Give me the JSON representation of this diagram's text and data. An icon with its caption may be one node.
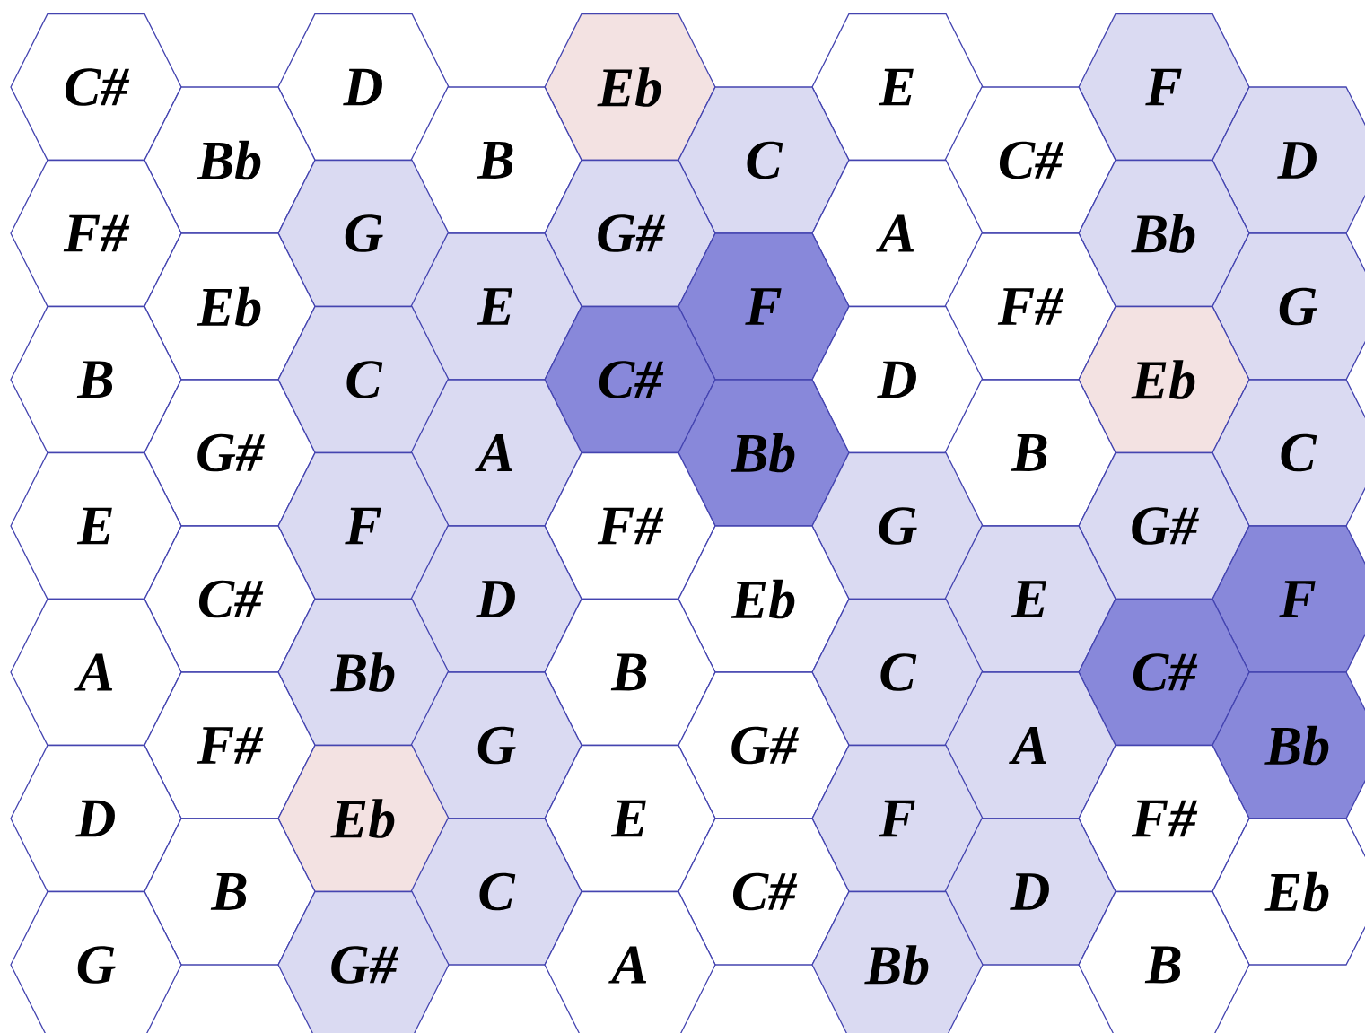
{
  "diagram": {
    "nodes": [
      {
        "text": [
          "C#"
        ]
      },
      {
        "text": [
          "D"
        ]
      },
      {
        "text": [
          "Eb"
        ]
      },
      {
        "text": [
          "E"
        ]
      },
      {
        "text": [
          "F"
        ]
      },
      {
        "text": [
          "Bb"
        ]
      },
      {
        "text": [
          "B"
        ]
      },
      {
        "text": [
          "C"
        ]
      },
      {
        "text": [
          "C#"
        ]
      },
      {
        "text": [
          "D"
        ]
      },
      {
        "text": [
          "F#"
        ]
      },
      {
        "text": [
          "G"
        ]
      },
      {
        "text": [
          "G#"
        ]
      },
      {
        "text": [
          "A"
        ]
      },
      {
        "text": [
          "Bb"
        ]
      },
      {
        "text": [
          "Eb"
        ]
      },
      {
        "text": [
          "E"
        ]
      },
      {
        "text": [
          "F"
        ]
      },
      {
        "text": [
          "F#"
        ]
      },
      {
        "text": [
          "G"
        ]
      },
      {
        "text": [
          "B"
        ]
      },
      {
        "text": [
          "C"
        ]
      },
      {
        "text": [
          "C#"
        ]
      },
      {
        "text": [
          "D"
        ]
      },
      {
        "text": [
          "Eb"
        ]
      },
      {
        "text": [
          "G#"
        ]
      },
      {
        "text": [
          "A"
        ]
      },
      {
        "text": [
          "Bb"
        ]
      },
      {
        "text": [
          "B"
        ]
      },
      {
        "text": [
          "C"
        ]
      },
      {
        "text": [
          "E"
        ]
      },
      {
        "text": [
          "F"
        ]
      },
      {
        "text": [
          "F#"
        ]
      },
      {
        "text": [
          "G"
        ]
      },
      {
        "text": [
          "G#"
        ]
      },
      {
        "text": [
          "C#"
        ]
      },
      {
        "text": [
          "D"
        ]
      },
      {
        "text": [
          "Eb"
        ]
      },
      {
        "text": [
          "E"
        ]
      },
      {
        "text": [
          "F"
        ]
      },
      {
        "text": [
          "A"
        ]
      },
      {
        "text": [
          "Bb"
        ]
      },
      {
        "text": [
          "B"
        ]
      },
      {
        "text": [
          "C"
        ]
      },
      {
        "text": [
          "C#"
        ]
      },
      {
        "text": [
          "F#"
        ]
      },
      {
        "text": [
          "G"
        ]
      },
      {
        "text": [
          "G#"
        ]
      },
      {
        "text": [
          "A"
        ]
      },
      {
        "text": [
          "Bb"
        ]
      },
      {
        "text": [
          "D"
        ]
      },
      {
        "text": [
          "Eb"
        ]
      },
      {
        "text": [
          "E"
        ]
      },
      {
        "text": [
          "F"
        ]
      },
      {
        "text": [
          "F#"
        ]
      },
      {
        "text": [
          "B"
        ]
      },
      {
        "text": [
          "C"
        ]
      },
      {
        "text": [
          "C#"
        ]
      },
      {
        "text": [
          "D"
        ]
      },
      {
        "text": [
          "Eb"
        ]
      },
      {
        "text": [
          "G"
        ]
      },
      {
        "text": [
          "G#"
        ]
      },
      {
        "text": [
          "A"
        ]
      },
      {
        "text": [
          "Bb"
        ]
      },
      {
        "text": [
          "B"
        ]
      }
    ]
  }
}
